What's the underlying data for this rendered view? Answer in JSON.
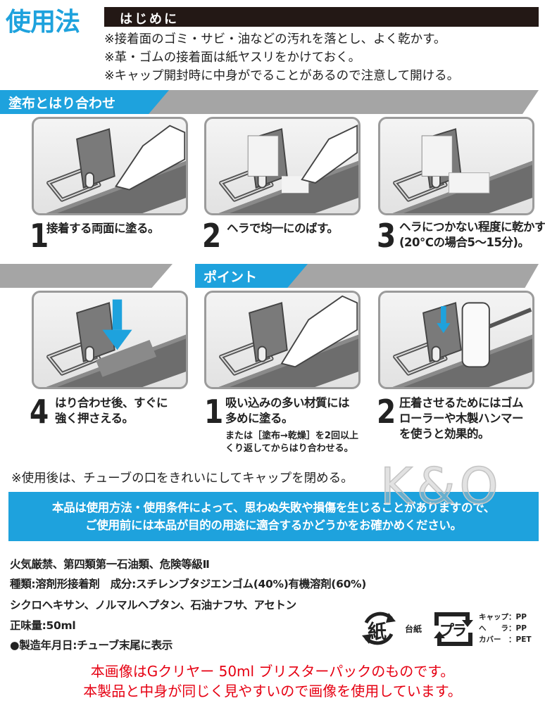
{
  "title": "使用法",
  "intro": {
    "heading": "はじめに",
    "notes": [
      "※接着面のゴミ・サビ・油などの汚れを落とし、よく乾かす。",
      "※革・ゴムの接着面は紙ヤスリをかけておく。",
      "※キャップ開封時に中身がでることがあるので注意して開ける。"
    ]
  },
  "section_apply": {
    "label": "塗布とはり合わせ",
    "steps": [
      {
        "num": "1",
        "text": [
          "接着する両面に塗る。"
        ]
      },
      {
        "num": "2",
        "text": [
          "ヘラで均一にのばす。"
        ]
      },
      {
        "num": "3",
        "text": [
          "ヘラにつかない程度に乾かす",
          "(20℃の場合5～15分)。"
        ]
      },
      {
        "num": "4",
        "text": [
          "はり合わせ後、すぐに",
          "強く押さえる。"
        ]
      }
    ]
  },
  "section_point": {
    "label": "ポイント",
    "steps": [
      {
        "num": "1",
        "text": [
          "吸い込みの多い材質には",
          "多めに塗る。"
        ],
        "sub": [
          "または［塗布→乾燥］を2回以上",
          "くり返してからはり合わせる。"
        ]
      },
      {
        "num": "2",
        "text": [
          "圧着させるためにはゴム",
          "ローラーや木製ハンマー",
          "を使うと効果的。"
        ]
      }
    ]
  },
  "after_use_note": "※使用後は、チューブの口をきれいにしてキャップを閉める。",
  "watermark": "K&O",
  "warning": [
    "本品は使用方法・使用条件によって、思わぬ失敗や損傷を生じることがありますので、",
    "ご使用前には本品が目的の用途に適合するかどうかをお確かめください。"
  ],
  "info": [
    "火気厳禁、第四類第一石油類、危険等級Ⅱ",
    "種類:溶剤形接着剤　成分:スチレンブタジエンゴム(40%)有機溶剤(60%)",
    "シクロヘキサン、ノルマルヘプタン、石油ナフサ、アセトン",
    "正味量:50ml",
    "●製造年月日:チューブ末尾に表示"
  ],
  "recycle": {
    "paper_mark": "紙",
    "paper_label": "台紙",
    "plastic_mark": "プラ",
    "materials": [
      "キャップ：PP",
      "へ　　ラ：PP",
      "カバー　：PET"
    ]
  },
  "disclaimer": [
    "本画像はGクリヤー 50ml ブリスターパックのものです。",
    "本製品と中身が同じく見やすいので画像を使用しています。"
  ],
  "colors": {
    "accent": "#1ea2dd",
    "band": "#a5a5a5",
    "disclaimer": "#e60012"
  }
}
